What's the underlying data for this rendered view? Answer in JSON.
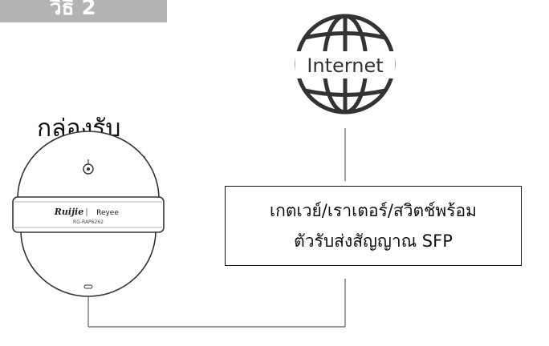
{
  "header": {
    "method_label": "วิธี 2"
  },
  "receiver": {
    "title": "กล่องรับ"
  },
  "internet": {
    "label": "Internet"
  },
  "device": {
    "brand": "Ruijie",
    "sub_brand": "Reyee",
    "model": "RG-RAP6262"
  },
  "gateway": {
    "line1": "เกตเวย์/เราเตอร์/สวิตช์พร้อม",
    "line2": "ตัวรับส่งสัญญาณ SFP"
  },
  "colors": {
    "stroke": "#333333",
    "tab_bg": "#b4b4b4",
    "line": "#777777"
  }
}
